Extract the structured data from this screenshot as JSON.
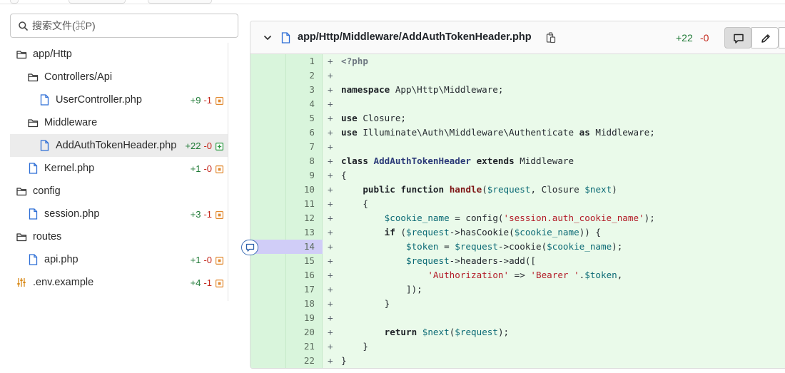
{
  "search": {
    "placeholder": "搜索文件(⌘P)"
  },
  "tree": [
    {
      "name": "app/Http",
      "type": "folder",
      "depth": 0
    },
    {
      "name": "Controllers/Api",
      "type": "folder",
      "depth": 1
    },
    {
      "name": "UserController.php",
      "type": "file",
      "depth": 2,
      "add": "+9",
      "del": "-1",
      "status": "modified"
    },
    {
      "name": "Middleware",
      "type": "folder",
      "depth": 1
    },
    {
      "name": "AddAuthTokenHeader.php",
      "type": "file",
      "depth": 2,
      "add": "+22",
      "del": "-0",
      "status": "added",
      "selected": true
    },
    {
      "name": "Kernel.php",
      "type": "file",
      "depth": 1,
      "add": "+1",
      "del": "-0",
      "status": "modified"
    },
    {
      "name": "config",
      "type": "folder",
      "depth": 0
    },
    {
      "name": "session.php",
      "type": "file",
      "depth": 1,
      "add": "+3",
      "del": "-1",
      "status": "modified"
    },
    {
      "name": "routes",
      "type": "folder",
      "depth": 0
    },
    {
      "name": "api.php",
      "type": "file",
      "depth": 1,
      "add": "+1",
      "del": "-0",
      "status": "modified"
    },
    {
      "name": ".env.example",
      "type": "config",
      "depth": 0,
      "add": "+4",
      "del": "-1",
      "status": "modified"
    }
  ],
  "diff": {
    "path": "app/Http/Middleware/AddAuthTokenHeader.php",
    "additions": "+22",
    "deletions": "-0",
    "highlighted_line": 14,
    "lines": [
      "<?php",
      "",
      "namespace App\\Http\\Middleware;",
      "",
      "use Closure;",
      "use Illuminate\\Auth\\Middleware\\Authenticate as Middleware;",
      "",
      "class AddAuthTokenHeader extends Middleware",
      "{",
      "    public function handle($request, Closure $next)",
      "    {",
      "        $cookie_name = config('session.auth_cookie_name');",
      "        if ($request->hasCookie($cookie_name)) {",
      "            $token = $request->cookie($cookie_name);",
      "            $request->headers->add([",
      "                'Authorization' => 'Bearer '.$token,",
      "            ]);",
      "        }",
      "",
      "        return $next($request);",
      "    }",
      "}"
    ]
  },
  "colors": {
    "add": "#1f7a36",
    "del": "#c4281c",
    "added_bg": "#eafaea",
    "gutter_bg": "#d9f5dc",
    "highlight": "#d0cdf7",
    "modified_badge": "#e2892f",
    "added_badge": "#2e9a44"
  }
}
